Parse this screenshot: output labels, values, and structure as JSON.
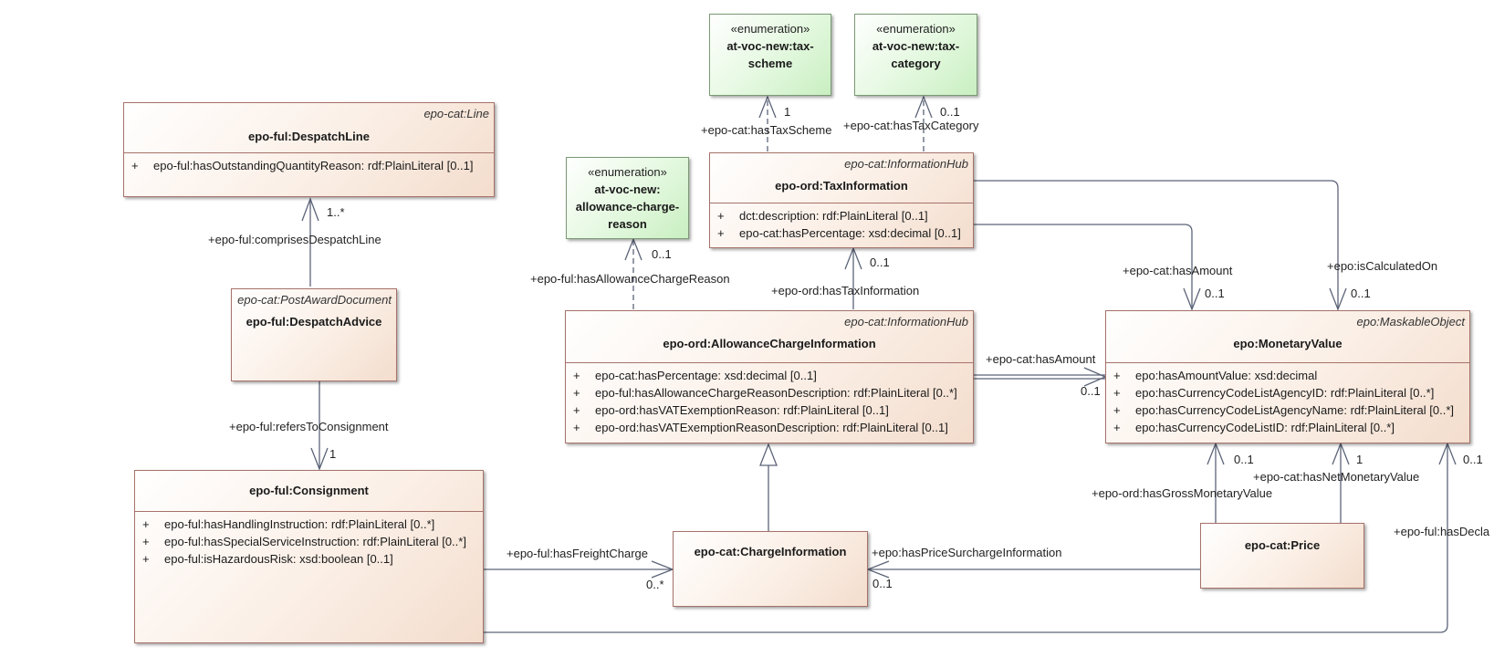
{
  "enumerations": {
    "tax_scheme": {
      "stereotype": "«enumeration»",
      "name_line1": "at-voc-new:tax-",
      "name_line2": "scheme"
    },
    "tax_category": {
      "stereotype": "«enumeration»",
      "name_line1": "at-voc-new:tax-",
      "name_line2": "category"
    },
    "allowance_charge_reason": {
      "stereotype": "«enumeration»",
      "name_line1": "at-voc-new:",
      "name_line2": "allowance-charge-",
      "name_line3": "reason"
    }
  },
  "classes": {
    "despatch_line": {
      "parent": "epo-cat:Line",
      "name": "epo-ful:DespatchLine",
      "attributes": [
        {
          "vis": "+",
          "text": "epo-ful:hasOutstandingQuantityReason: rdf:PlainLiteral [0..1]"
        }
      ]
    },
    "despatch_advice": {
      "parent": "epo-cat:PostAwardDocument",
      "name": "epo-ful:DespatchAdvice"
    },
    "consignment": {
      "name": "epo-ful:Consignment",
      "attributes": [
        {
          "vis": "+",
          "text": "epo-ful:hasHandlingInstruction: rdf:PlainLiteral [0..*]"
        },
        {
          "vis": "+",
          "text": "epo-ful:hasSpecialServiceInstruction: rdf:PlainLiteral [0..*]"
        },
        {
          "vis": "+",
          "text": "epo-ful:isHazardousRisk: xsd:boolean [0..1]"
        }
      ]
    },
    "tax_information": {
      "parent": "epo-cat:InformationHub",
      "name": "epo-ord:TaxInformation",
      "attributes": [
        {
          "vis": "+",
          "text": "dct:description: rdf:PlainLiteral [0..1]"
        },
        {
          "vis": "+",
          "text": "epo-cat:hasPercentage: xsd:decimal [0..1]"
        }
      ]
    },
    "allowance_charge_information": {
      "parent": "epo-cat:InformationHub",
      "name": "epo-ord:AllowanceChargeInformation",
      "attributes": [
        {
          "vis": "+",
          "text": "epo-cat:hasPercentage: xsd:decimal [0..1]"
        },
        {
          "vis": "+",
          "text": "epo-ful:hasAllowanceChargeReasonDescription: rdf:PlainLiteral [0..*]"
        },
        {
          "vis": "+",
          "text": "epo-ord:hasVATExemptionReason: rdf:PlainLiteral [0..1]"
        },
        {
          "vis": "+",
          "text": "epo-ord:hasVATExemptionReasonDescription: rdf:PlainLiteral [0..1]"
        }
      ]
    },
    "monetary_value": {
      "parent": "epo:MaskableObject",
      "name": "epo:MonetaryValue",
      "attributes": [
        {
          "vis": "+",
          "text": "epo:hasAmountValue: xsd:decimal"
        },
        {
          "vis": "+",
          "text": "epo:hasCurrencyCodeListAgencyID: rdf:PlainLiteral [0..*]"
        },
        {
          "vis": "+",
          "text": "epo:hasCurrencyCodeListAgencyName: rdf:PlainLiteral [0..*]"
        },
        {
          "vis": "+",
          "text": "epo:hasCurrencyCodeListID: rdf:PlainLiteral [0..*]"
        }
      ]
    },
    "charge_information": {
      "name": "epo-cat:ChargeInformation"
    },
    "price": {
      "name": "epo-cat:Price"
    }
  },
  "associations": {
    "comprises_despatch_line": {
      "role": "+epo-ful:comprisesDespatchLine",
      "multiplicity": "1..*"
    },
    "refers_to_consignment": {
      "role": "+epo-ful:refersToConsignment",
      "multiplicity": "1"
    },
    "has_tax_scheme": {
      "role": "+epo-cat:hasTaxScheme",
      "multiplicity": "1"
    },
    "has_tax_category": {
      "role": "+epo-cat:hasTaxCategory",
      "multiplicity": "0..1"
    },
    "has_allowance_charge_reason": {
      "role": "+epo-ful:hasAllowanceChargeReason",
      "multiplicity": "0..1"
    },
    "has_tax_information": {
      "role": "+epo-ord:hasTaxInformation",
      "multiplicity": "0..1"
    },
    "tax_has_amount": {
      "role": "+epo-cat:hasAmount",
      "multiplicity": "0..1"
    },
    "is_calculated_on": {
      "role": "+epo:isCalculatedOn",
      "multiplicity": "0..1"
    },
    "allowance_has_amount": {
      "role": "+epo-cat:hasAmount",
      "multiplicity": "0..1"
    },
    "has_gross_monetary_value": {
      "role": "+epo-ord:hasGrossMonetaryValue",
      "multiplicity": "0..1"
    },
    "has_net_monetary_value": {
      "role": "+epo-cat:hasNetMonetaryValue",
      "multiplicity": "1"
    },
    "has_declared": {
      "role": "+epo-ful:hasDecla",
      "multiplicity": "0..1"
    },
    "has_freight_charge": {
      "role": "+epo-ful:hasFreightCharge",
      "multiplicity": "0..*"
    },
    "has_price_surcharge_information": {
      "role": "+epo:hasPriceSurchargeInformation",
      "multiplicity": "0..1"
    }
  },
  "colors": {
    "class_border": "#a6726a",
    "connector": "#5c6478",
    "enum_border": "#7a9a74"
  }
}
